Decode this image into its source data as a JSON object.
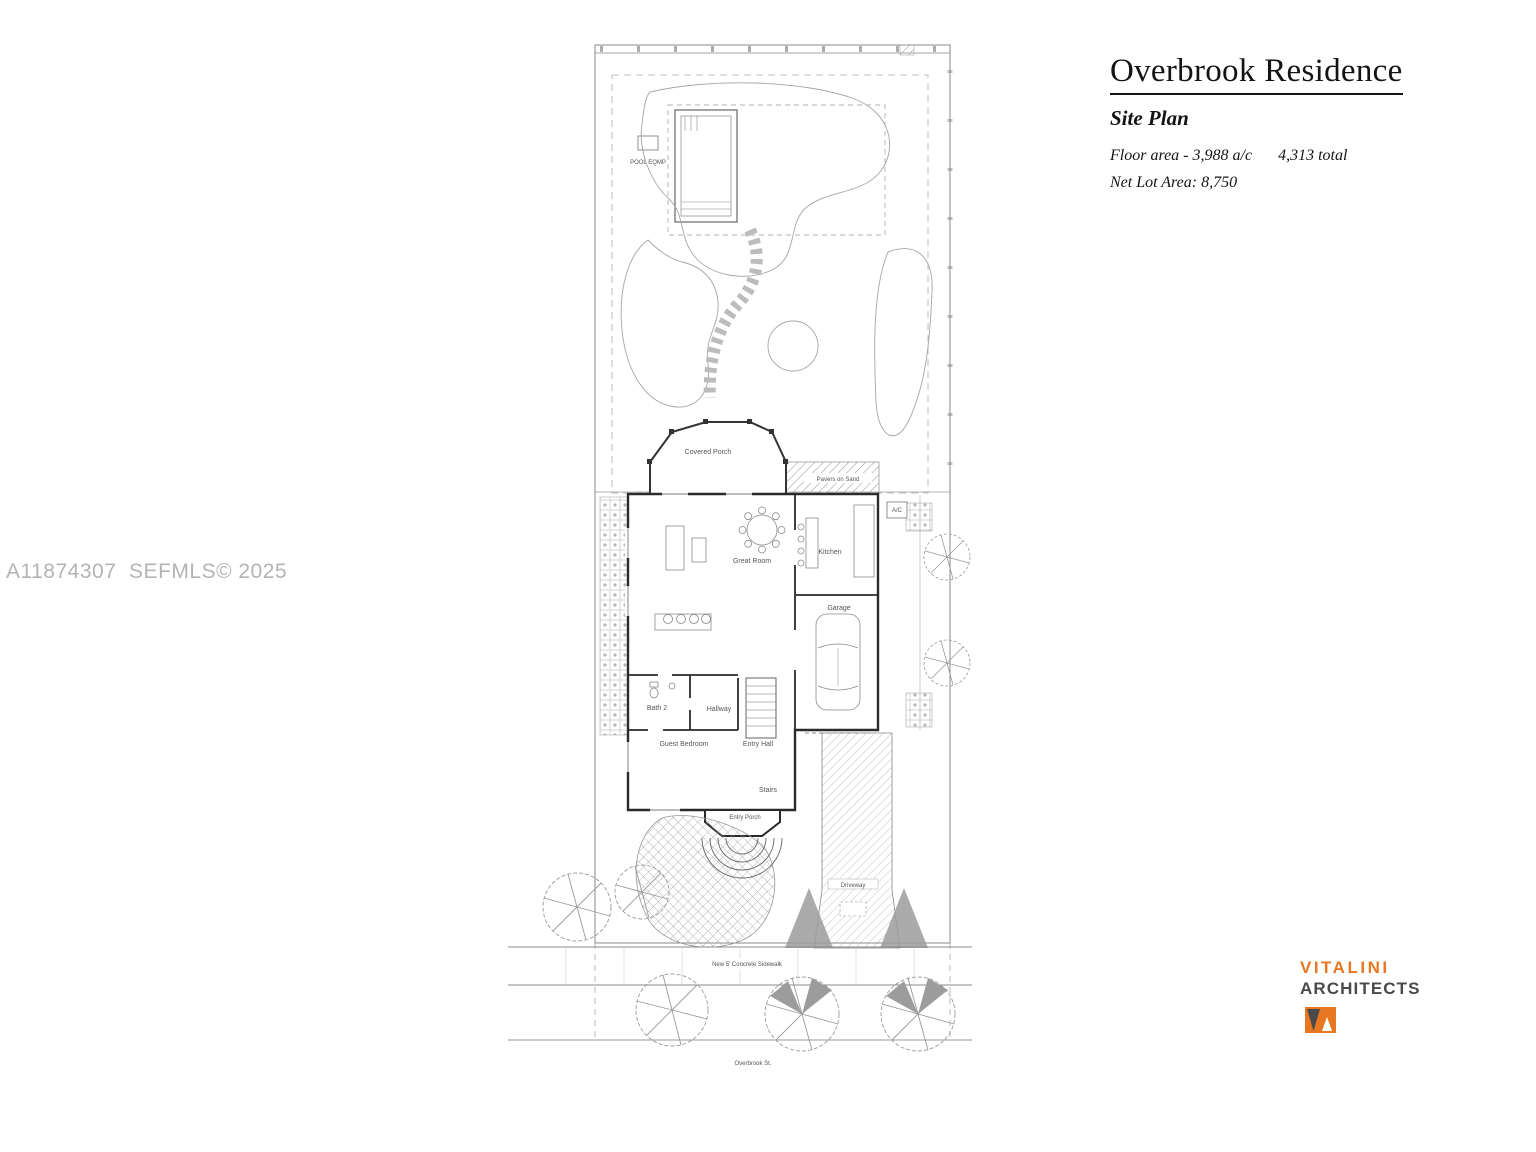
{
  "watermark": {
    "text": "A11874307  SEFMLS© 2025"
  },
  "title_block": {
    "title": "Overbrook Residence",
    "subtitle": "Site Plan",
    "floor_area": "Floor area - 3,988 a/c",
    "floor_area_total": "4,313 total",
    "net_lot_area": "Net Lot Area: 8,750"
  },
  "firm": {
    "name": "VITALINI",
    "type": "ARCHITECTS"
  },
  "colors": {
    "accent_orange": "#E87722",
    "firm_gray": "#4a4a4a",
    "watermark_gray": "#b4b4b4"
  },
  "plan_labels": {
    "pool_eqmp": "POOL EQMP",
    "covered_porch": "Covered Porch",
    "pavers_on_sand": "Pavers on Sand",
    "ac": "A/C",
    "great_room": "Great Room",
    "kitchen": "Kitchen",
    "garage": "Garage",
    "bath2": "Bath 2",
    "hallway": "Hallway",
    "guest_bedroom": "Guest Bedroom",
    "entry_hall": "Entry Hall",
    "stairs": "Stairs",
    "entry_porch": "Entry Porch",
    "driveway": "Driveway",
    "sidewalk": "New 5' Concrete Sidewalk",
    "street": "Overbrook St."
  }
}
